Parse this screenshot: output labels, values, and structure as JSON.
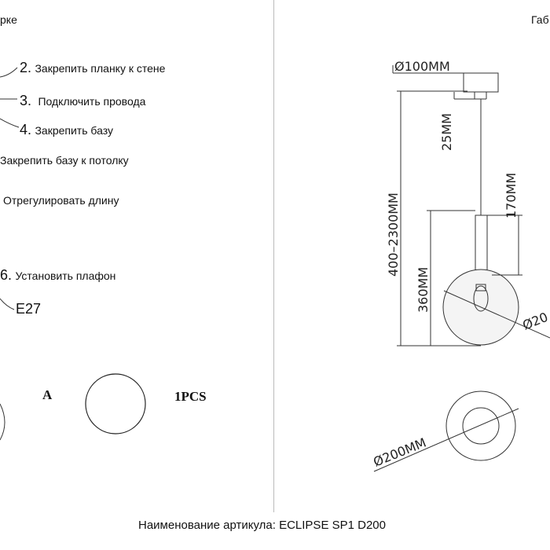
{
  "left": {
    "header": "рке",
    "steps": [
      {
        "num": "2.",
        "text": "Закрепить планку к стене"
      },
      {
        "num": "3.",
        "text": "Подключить провода"
      },
      {
        "num": "4.",
        "text": "Закрепить базу"
      },
      {
        "num": "",
        "text": "Закрепить базу к потолку"
      },
      {
        "num": "",
        "text": "Отрегулировать длину"
      },
      {
        "num": "6.",
        "text": "Установить плафон"
      }
    ],
    "lamp_label": "E27",
    "part_label": "A",
    "qty_label": "1PCS"
  },
  "right": {
    "header": "Габ",
    "dims": {
      "canopy_diameter": "Ø100MM",
      "canopy_drop": "25MM",
      "total_length": "400–2300MM",
      "holder_height": "170MM",
      "shade_height": "360MM",
      "shade_diameter_partial": "Ø20",
      "shade_diameter": "Ø200MM"
    }
  },
  "footer": "Наименование артикула: ECLIPSE SP1 D200"
}
